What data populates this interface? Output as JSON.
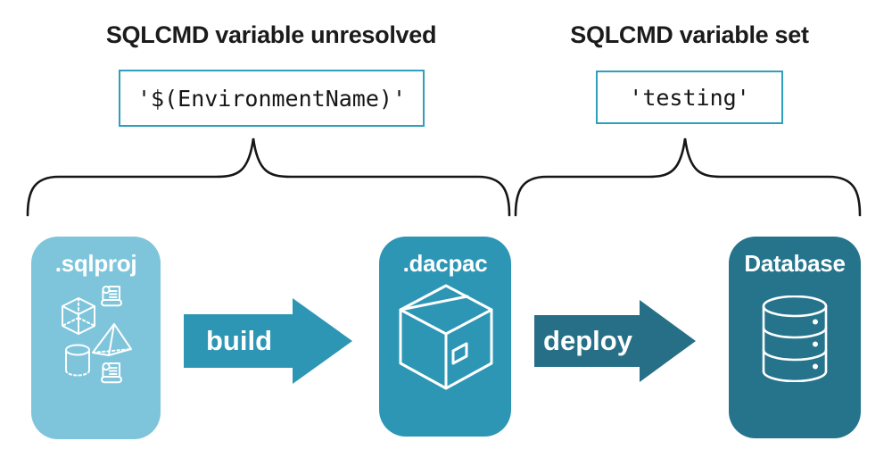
{
  "colors": {
    "light-blue": "#7EC5DB",
    "teal": "#2D96B5",
    "dark-teal": "#25748C",
    "deploy-teal": "#266F87",
    "border-teal": "#2E9FBD",
    "ink": "#1B1B1B"
  },
  "annotations": {
    "unresolved": {
      "heading": "SQLCMD variable unresolved",
      "code": "'$(EnvironmentName)'"
    },
    "set": {
      "heading": "SQLCMD variable set",
      "code": "'testing'"
    }
  },
  "pipeline": {
    "sqlproj": {
      "label": ".sqlproj"
    },
    "build": {
      "label": "build"
    },
    "dacpac": {
      "label": ".dacpac"
    },
    "deploy": {
      "label": "deploy"
    },
    "database": {
      "label": "Database"
    }
  },
  "icons": {
    "sqlproj": [
      "scroll-icon",
      "cube-icon",
      "pyramid-icon",
      "cylinder-icon",
      "scroll-icon"
    ],
    "dacpac": "package-icon",
    "database": "database-icon"
  }
}
